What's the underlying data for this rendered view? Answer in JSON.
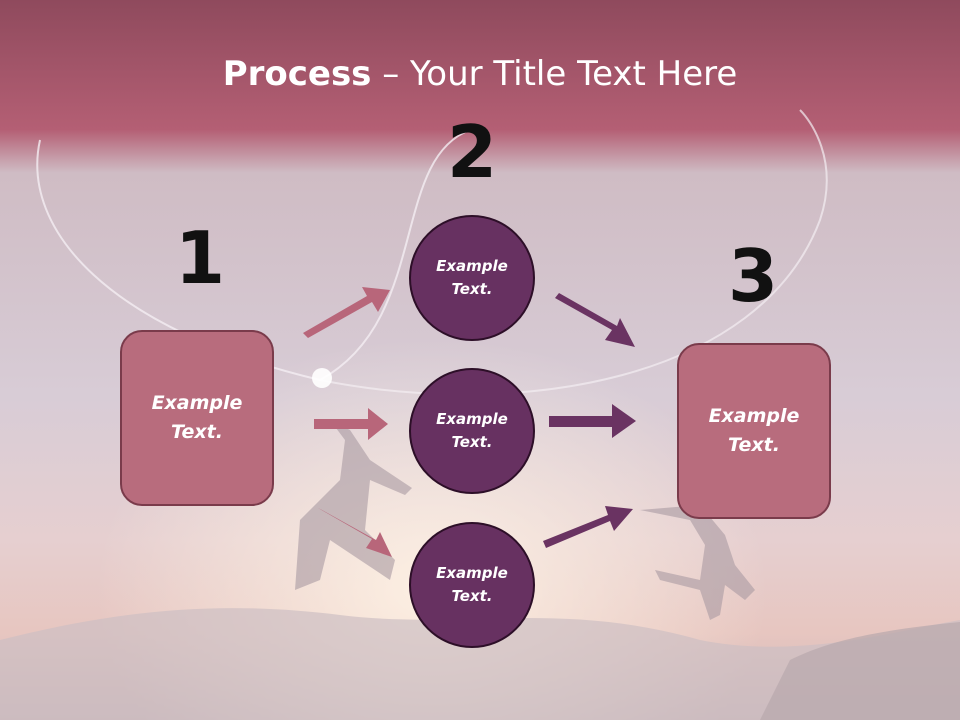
{
  "slide": {
    "title_bold": "Process",
    "title_rest": " – Your Title Text Here",
    "steps": {
      "one": "1",
      "two": "2",
      "three": "3"
    },
    "left_box": "Example Text.",
    "right_box": "Example Text.",
    "circles": [
      "Example Text.",
      "Example Text.",
      "Example Text."
    ]
  },
  "colors": {
    "header_band": "#b05f72",
    "box_fill": "#b86c7d",
    "circle_fill": "#673161",
    "arrow_pink": "#b8667a",
    "arrow_purple": "#6a3362"
  }
}
